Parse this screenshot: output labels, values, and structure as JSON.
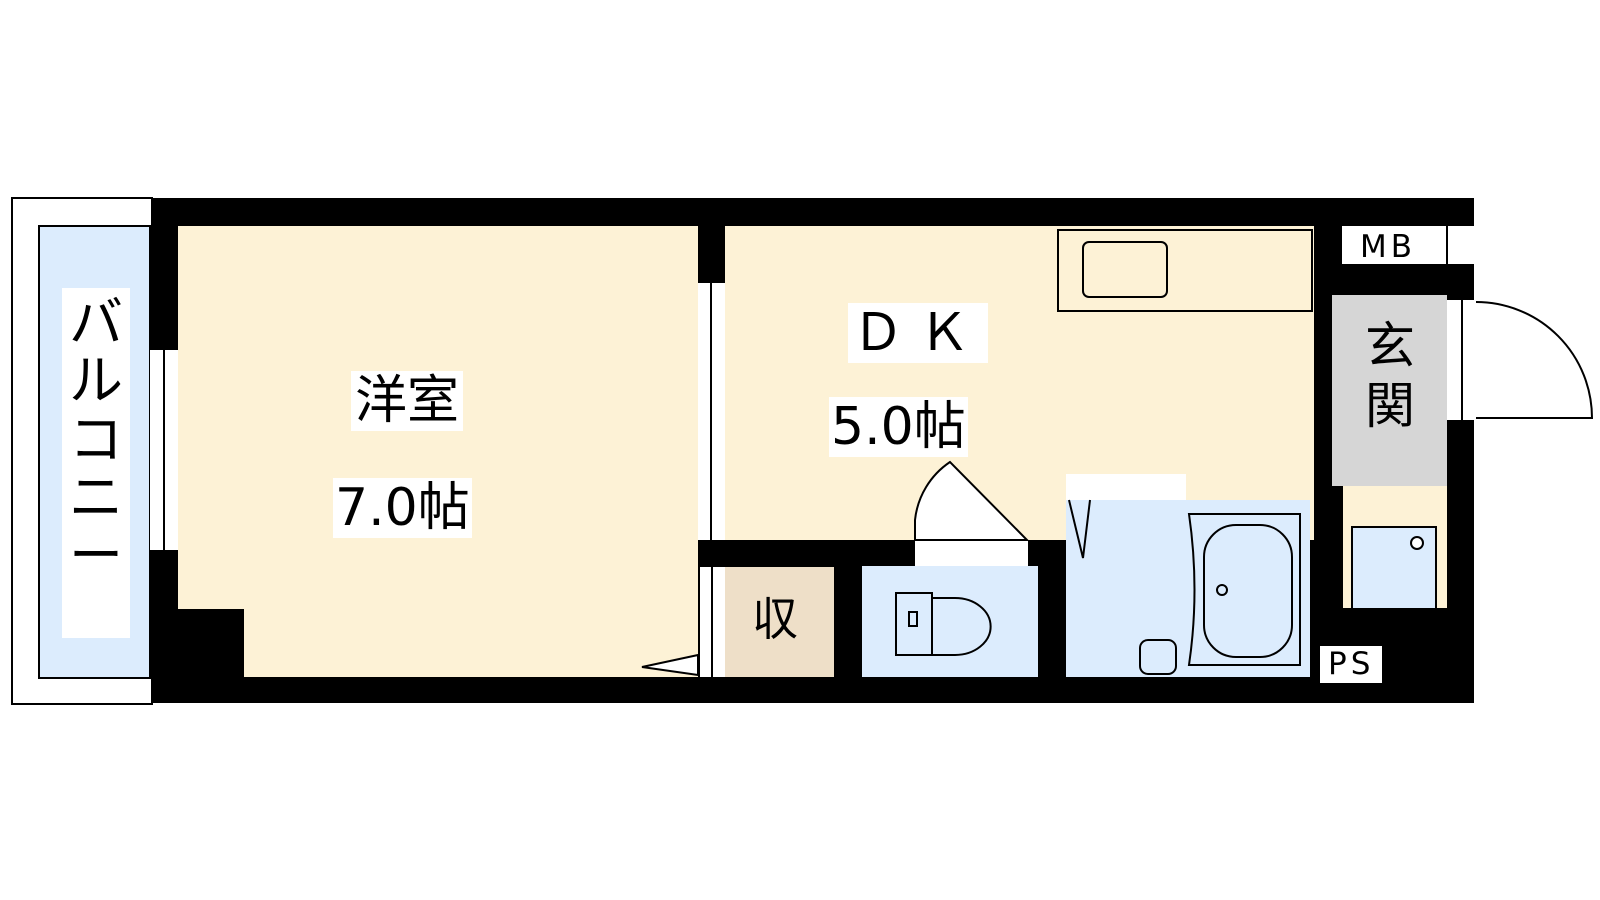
{
  "rooms": {
    "western": {
      "name": "洋室",
      "size": "7.0帖"
    },
    "dk": {
      "name": "ＤＫ",
      "size": "5.0帖"
    },
    "balcony": {
      "name": "バルコニー"
    },
    "entrance": {
      "name": "玄関"
    },
    "storage": {
      "name": "収"
    }
  },
  "labels": {
    "meter_box": "MB",
    "pipe_space": "PS"
  },
  "colors": {
    "wall": "#000000",
    "room_floor": "#fdf2d6",
    "wet_area": "#dcecfd",
    "entrance_floor": "#d6d6d6",
    "storage_floor": "#eedfc8",
    "outline": "#000000"
  }
}
